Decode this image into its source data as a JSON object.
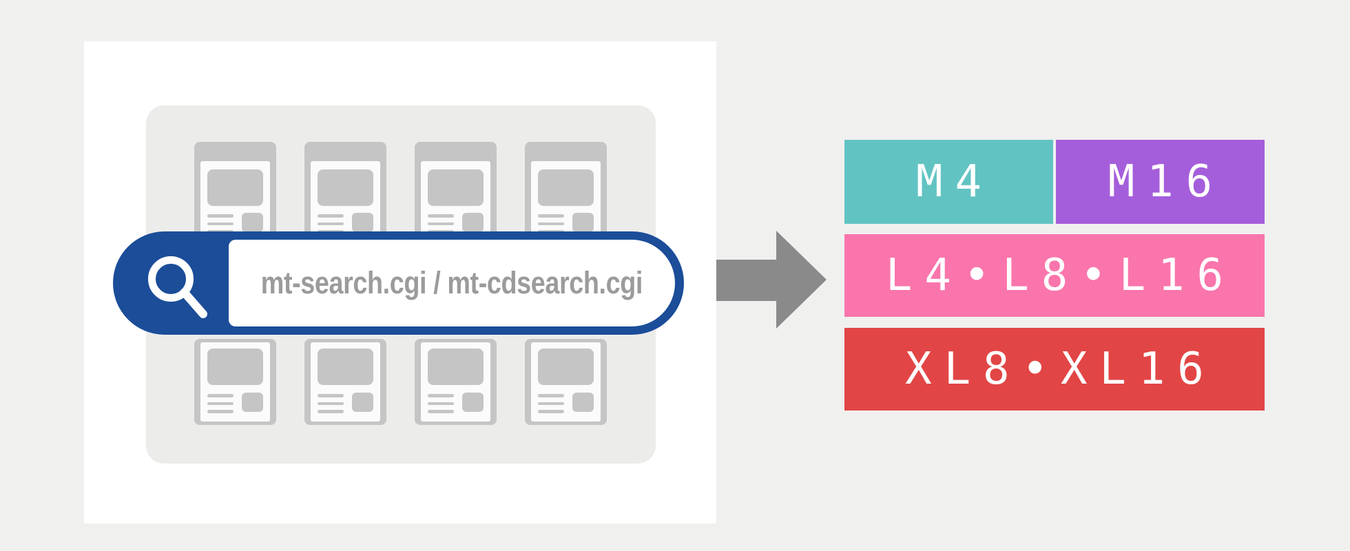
{
  "illustration": {
    "background_color": "#f0f0ef",
    "card_color": "#ffffff",
    "panel_color": "#ececeb",
    "thumbnail_color": "#c5c5c5",
    "thumbnails": {
      "rows": 2,
      "columns": 4,
      "description": "gray page-thumbnail placeholders"
    }
  },
  "search": {
    "query_text": "mt-search.cgi / mt-cdsearch.cgi",
    "pill_color": "#1b4d99",
    "text_color": "#9b9b9b",
    "icon": "magnifier"
  },
  "arrow": {
    "direction": "right",
    "color": "#8a8a8a"
  },
  "badges": [
    {
      "label": "M4",
      "color": "#62c3c3"
    },
    {
      "label": "M16",
      "color": "#a55edb"
    },
    {
      "label": "L4•L8•L16",
      "color": "#fa75ac"
    },
    {
      "label": "XL8•XL16",
      "color": "#e24545"
    }
  ]
}
